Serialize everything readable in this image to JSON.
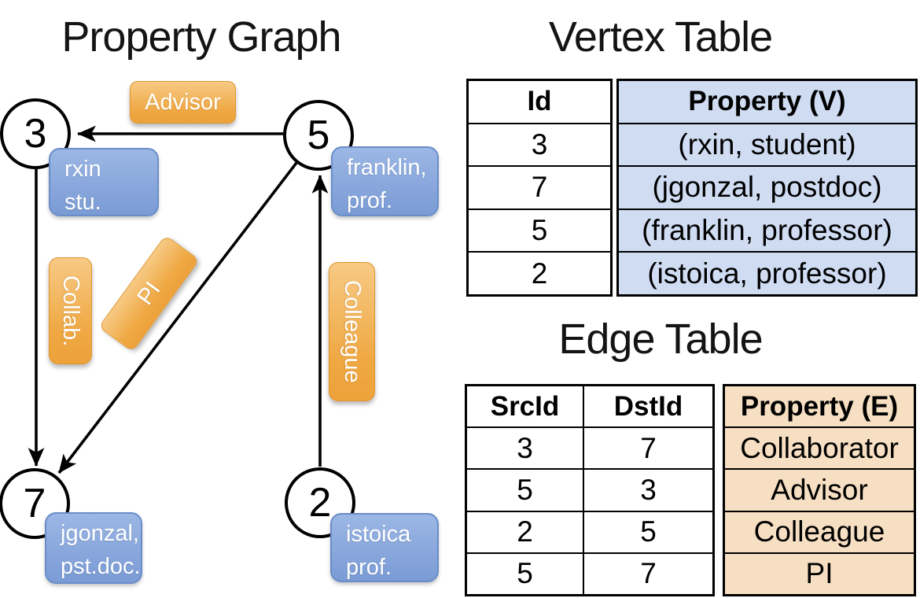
{
  "graph": {
    "title": "Property Graph",
    "nodes": [
      {
        "id": "3",
        "property_lines": [
          "rxin",
          "stu."
        ]
      },
      {
        "id": "5",
        "property_lines": [
          "franklin,",
          "prof."
        ]
      },
      {
        "id": "7",
        "property_lines": [
          "jgonzal,",
          "pst.doc."
        ]
      },
      {
        "id": "2",
        "property_lines": [
          "istoica",
          "prof."
        ]
      }
    ],
    "edge_labels": {
      "advisor": "Advisor",
      "collab": "Collab.",
      "pi": "PI",
      "colleague": "Colleague"
    }
  },
  "vertex_table": {
    "title": "Vertex Table",
    "columns": {
      "id": "Id",
      "property": "Property (V)"
    },
    "rows": [
      {
        "id": "3",
        "property": "(rxin, student)"
      },
      {
        "id": "7",
        "property": "(jgonzal, postdoc)"
      },
      {
        "id": "5",
        "property": "(franklin, professor)"
      },
      {
        "id": "2",
        "property": "(istoica, professor)"
      }
    ]
  },
  "edge_table": {
    "title": "Edge Table",
    "columns": {
      "src": "SrcId",
      "dst": "DstId",
      "property": "Property (E)"
    },
    "rows": [
      {
        "src": "3",
        "dst": "7",
        "property": "Collaborator"
      },
      {
        "src": "5",
        "dst": "3",
        "property": "Advisor"
      },
      {
        "src": "2",
        "dst": "5",
        "property": "Colleague"
      },
      {
        "src": "5",
        "dst": "7",
        "property": "PI"
      }
    ]
  },
  "colors": {
    "vertex_property_fill": "#cfdcf2",
    "edge_property_fill": "#f6dfc2",
    "node_card_blue": "#7a9bd5",
    "edge_label_orange": "#efa843",
    "line_black": "#000000"
  }
}
